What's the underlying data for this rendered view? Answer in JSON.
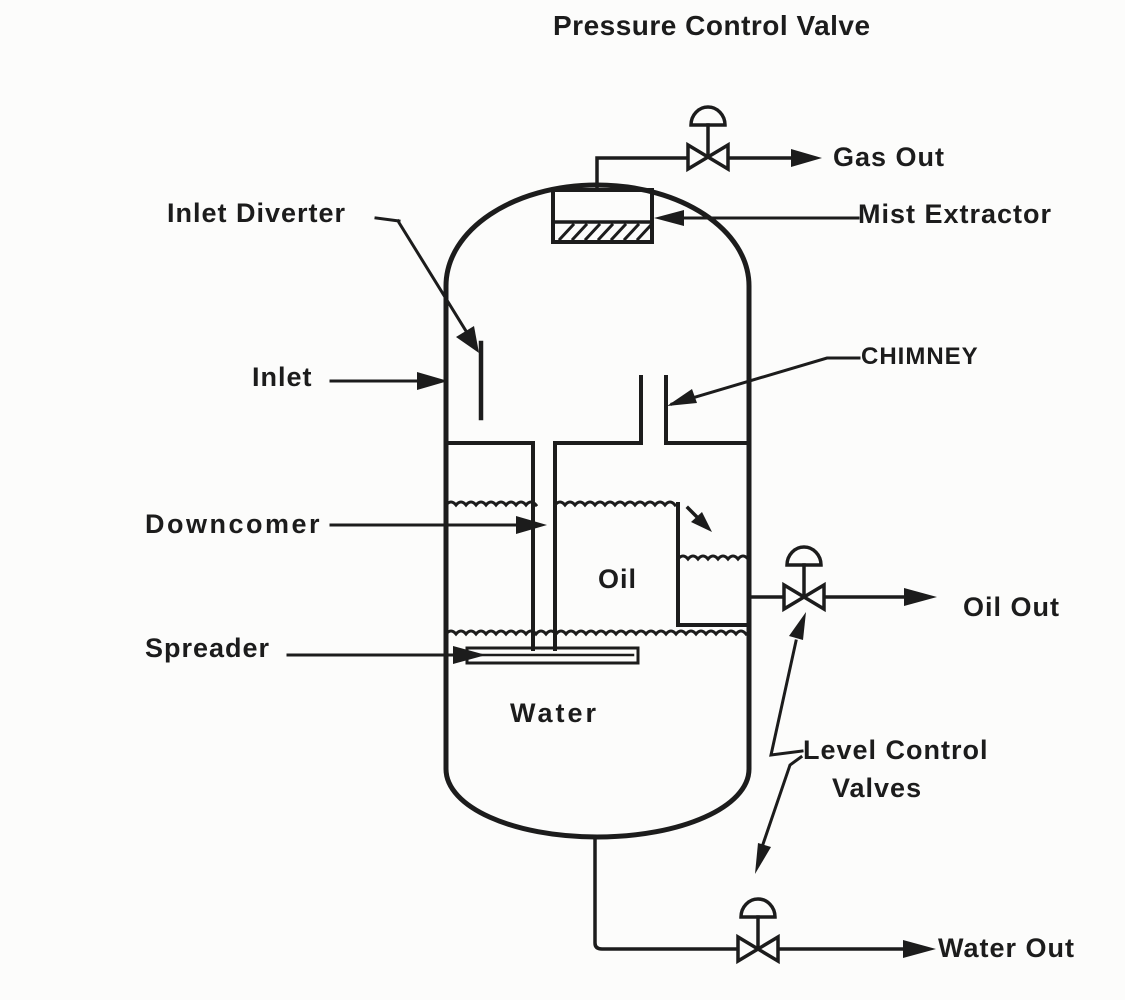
{
  "title": "Pressure Control Valve",
  "colors": {
    "ink": "#1c1c1c",
    "paper": "#fcfcfb"
  },
  "equipment_labels": {
    "inlet_diverter": "Inlet Diverter",
    "inlet": "Inlet",
    "downcomer": "Downcomer",
    "spreader": "Spreader",
    "mist_extractor": "Mist Extractor",
    "chimney": "CHIMNEY",
    "level_control_valves_line1": "Level Control",
    "level_control_valves_line2": "Valves"
  },
  "stream_labels": {
    "gas_out": "Gas Out",
    "oil_out": "Oil Out",
    "water_out": "Water Out"
  },
  "phase_labels": {
    "oil": "Oil",
    "water": "Water"
  }
}
